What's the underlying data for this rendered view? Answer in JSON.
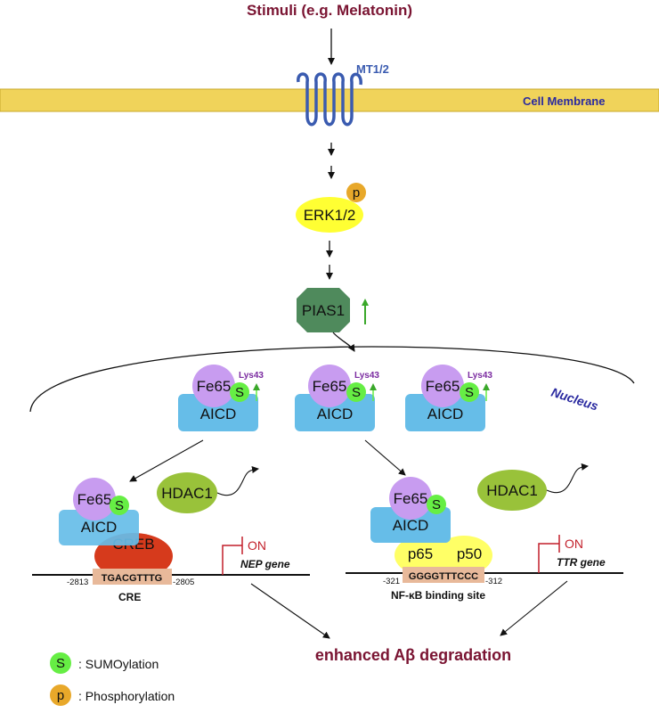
{
  "stimuli": "Stimuli (e.g. Melatonin)",
  "receptor": "MT1/2",
  "membrane": "Cell Membrane",
  "erk": "ERK1/2",
  "p_badge": "p",
  "pias": "PIAS1",
  "nucleus": "Nucleus",
  "fe65": "Fe65",
  "aicd": "AICD",
  "s_badge": "S",
  "lys": "Lys43",
  "hdac": "HDAC1",
  "creb": "CREB",
  "cre_seq": "TGACGTTTG",
  "cre_start": "-2813",
  "cre_end": "-2805",
  "cre_label": "CRE",
  "on": "ON",
  "nep_gene": "NEP gene",
  "p65": "p65",
  "p50": "p50",
  "nfkb_seq": "GGGGTTTCCC",
  "nfkb_start": "-321",
  "nfkb_end": "-312",
  "nfkb_label": "NF-κB binding site",
  "ttr_gene": "TTR gene",
  "outcome": "enhanced Aβ degradation",
  "legend": {
    "s_badge": "S",
    "s_text": ": SUMOylation",
    "p_badge": "p",
    "p_text": ": Phosphorylation"
  },
  "colors": {
    "title": "#7a1432",
    "membrane_fill": "#f0d35a",
    "receptor": "#3a5bb0",
    "erk": "#ffff33",
    "phospho": "#e8a82a",
    "pias": "#4f8a5c",
    "fe65": "#c89cf0",
    "aicd": "#66bde8",
    "sumo": "#66ee44",
    "hdac": "#99c23a",
    "creb": "#d63a1c",
    "nfkb": "#ffff66",
    "dna_box": "#e8b99a",
    "on_red": "#c21f2a",
    "up_arrow": "#3aa82a"
  }
}
